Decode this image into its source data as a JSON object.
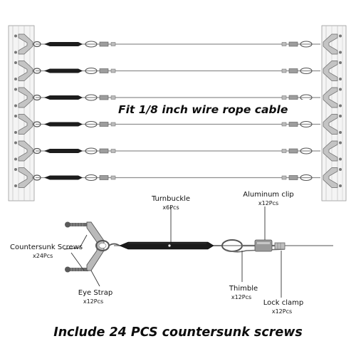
{
  "headline": "Fit 1/8 inch wire rope cable",
  "footer": "Include 24 PCS countersunk screws",
  "parts": {
    "turnbuckle": {
      "name": "Turnbuckle",
      "qty": "x6Pcs"
    },
    "aluminum_clip": {
      "name": "Aluminum clip",
      "qty": "x12Pcs"
    },
    "countersunk_screws": {
      "name": "Countersunk Screws",
      "qty": "x24Pcs"
    },
    "eye_strap": {
      "name": "Eye Strap",
      "qty": "x12Pcs"
    },
    "thimble": {
      "name": "Thimble",
      "qty": "x12Pcs"
    },
    "lock_clamp": {
      "name": "Lock clamp",
      "qty": "x12Pcs"
    }
  },
  "cable_runs": 6
}
